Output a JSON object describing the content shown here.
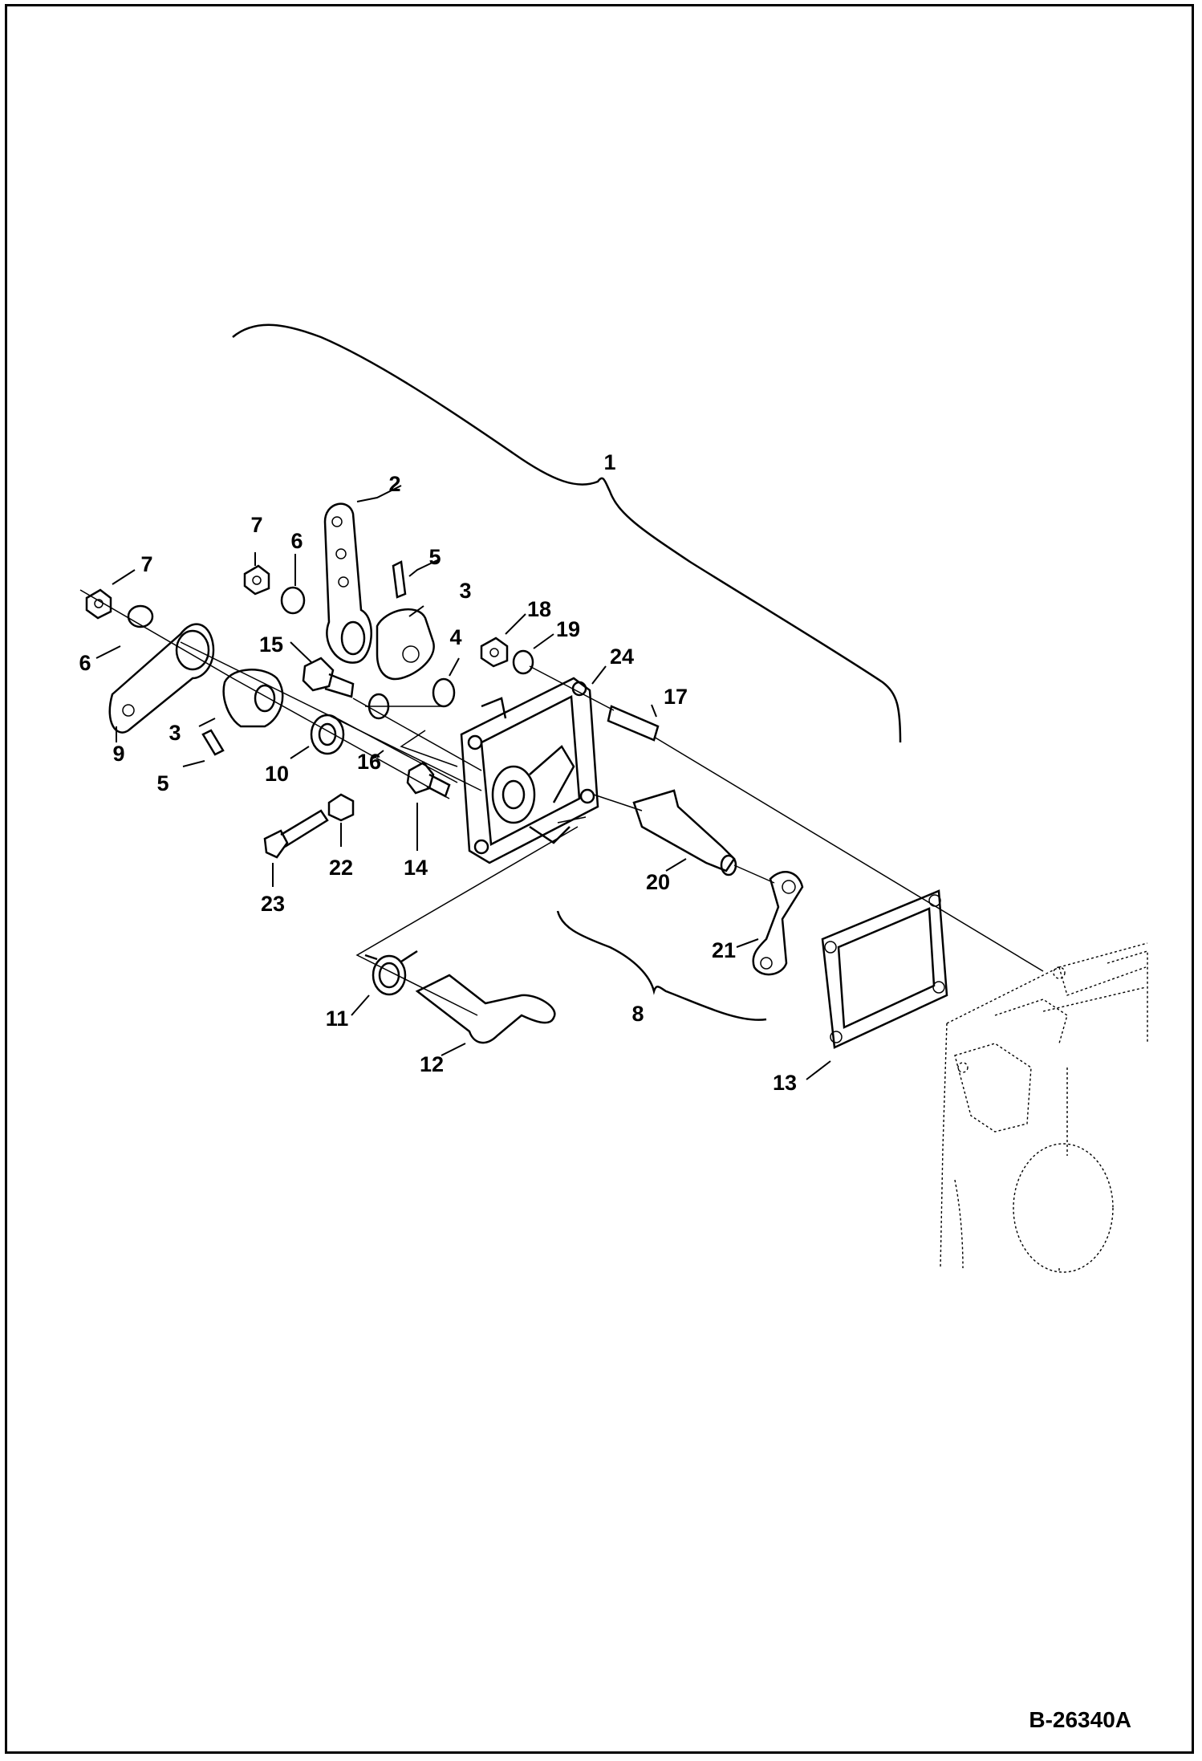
{
  "figure_code": "B-26340A",
  "callouts": [
    {
      "id": "c1",
      "text": "1"
    },
    {
      "id": "c2",
      "text": "2"
    },
    {
      "id": "c3a",
      "text": "3"
    },
    {
      "id": "c3b",
      "text": "3"
    },
    {
      "id": "c4",
      "text": "4"
    },
    {
      "id": "c5a",
      "text": "5"
    },
    {
      "id": "c5b",
      "text": "5"
    },
    {
      "id": "c6a",
      "text": "6"
    },
    {
      "id": "c6b",
      "text": "6"
    },
    {
      "id": "c7a",
      "text": "7"
    },
    {
      "id": "c7b",
      "text": "7"
    },
    {
      "id": "c8",
      "text": "8"
    },
    {
      "id": "c9",
      "text": "9"
    },
    {
      "id": "c10",
      "text": "10"
    },
    {
      "id": "c11",
      "text": "11"
    },
    {
      "id": "c12",
      "text": "12"
    },
    {
      "id": "c13",
      "text": "13"
    },
    {
      "id": "c14",
      "text": "14"
    },
    {
      "id": "c15",
      "text": "15"
    },
    {
      "id": "c16",
      "text": "16"
    },
    {
      "id": "c17",
      "text": "17"
    },
    {
      "id": "c18",
      "text": "18"
    },
    {
      "id": "c19",
      "text": "19"
    },
    {
      "id": "c20",
      "text": "20"
    },
    {
      "id": "c21",
      "text": "21"
    },
    {
      "id": "c22",
      "text": "22"
    },
    {
      "id": "c23",
      "text": "23"
    },
    {
      "id": "c24",
      "text": "24"
    }
  ]
}
